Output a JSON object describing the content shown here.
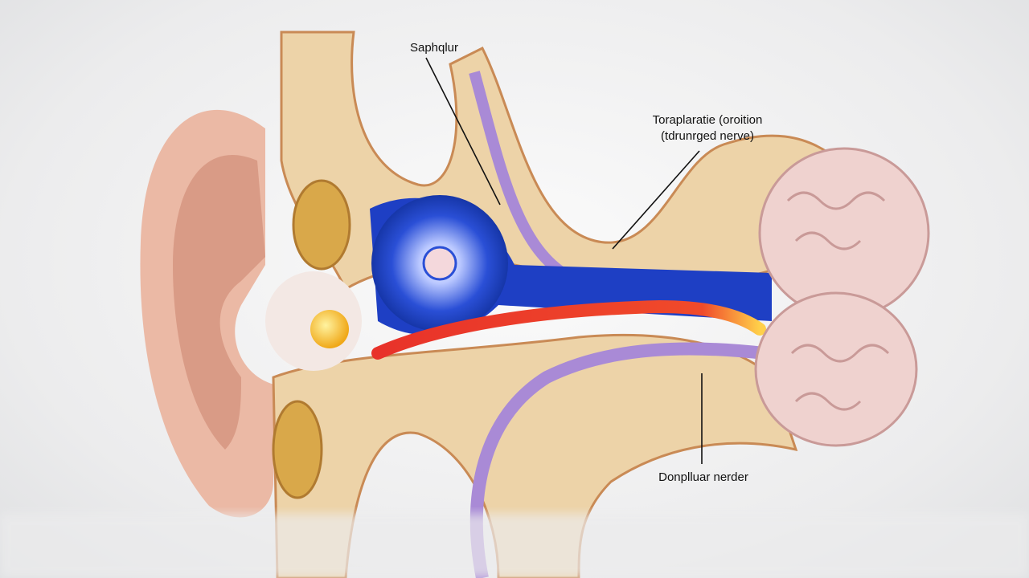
{
  "labels": {
    "top": "Saphqlur",
    "right_line1": "Toraplaratie (oroition",
    "right_line2": "(tdrunrged nerve)",
    "bottom": "Donplluar nerder"
  },
  "colors": {
    "ear": "#e9b7a2",
    "bone": "#e8cfa5",
    "cochlea_blue": "#2a4fd6",
    "nerve_red": "#e8322a",
    "brain": "#efd2cf",
    "purple": "#a98ad6"
  }
}
